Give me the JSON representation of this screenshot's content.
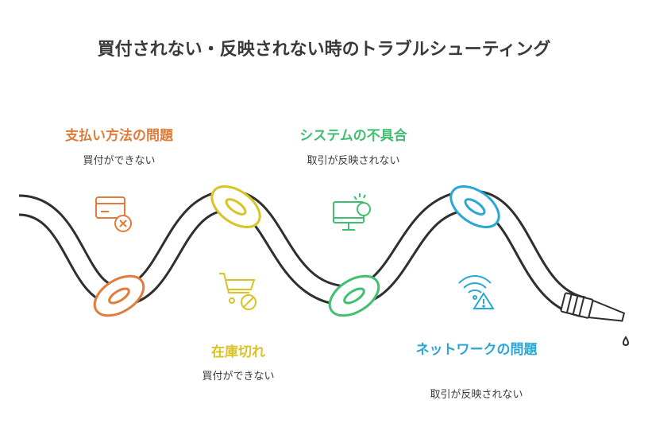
{
  "title": "買付されない・反映されない時のトラブルシューティング",
  "colors": {
    "orange": "#e07b39",
    "yellow": "#d9c327",
    "green": "#3fbf6f",
    "blue": "#2aa7d6",
    "hose": "#2f2f2f"
  },
  "items": [
    {
      "label": "支払い方法の問題",
      "description": "買付ができない",
      "icon": "credit-card-cancel-icon"
    },
    {
      "label": "在庫切れ",
      "description": "買付ができない",
      "icon": "cart-blocked-icon"
    },
    {
      "label": "システムの不具合",
      "description": "取引が反映されない",
      "icon": "monitor-alert-icon"
    },
    {
      "label": "ネットワークの問題",
      "description": "取引が反映されない",
      "icon": "wifi-warning-icon"
    }
  ]
}
